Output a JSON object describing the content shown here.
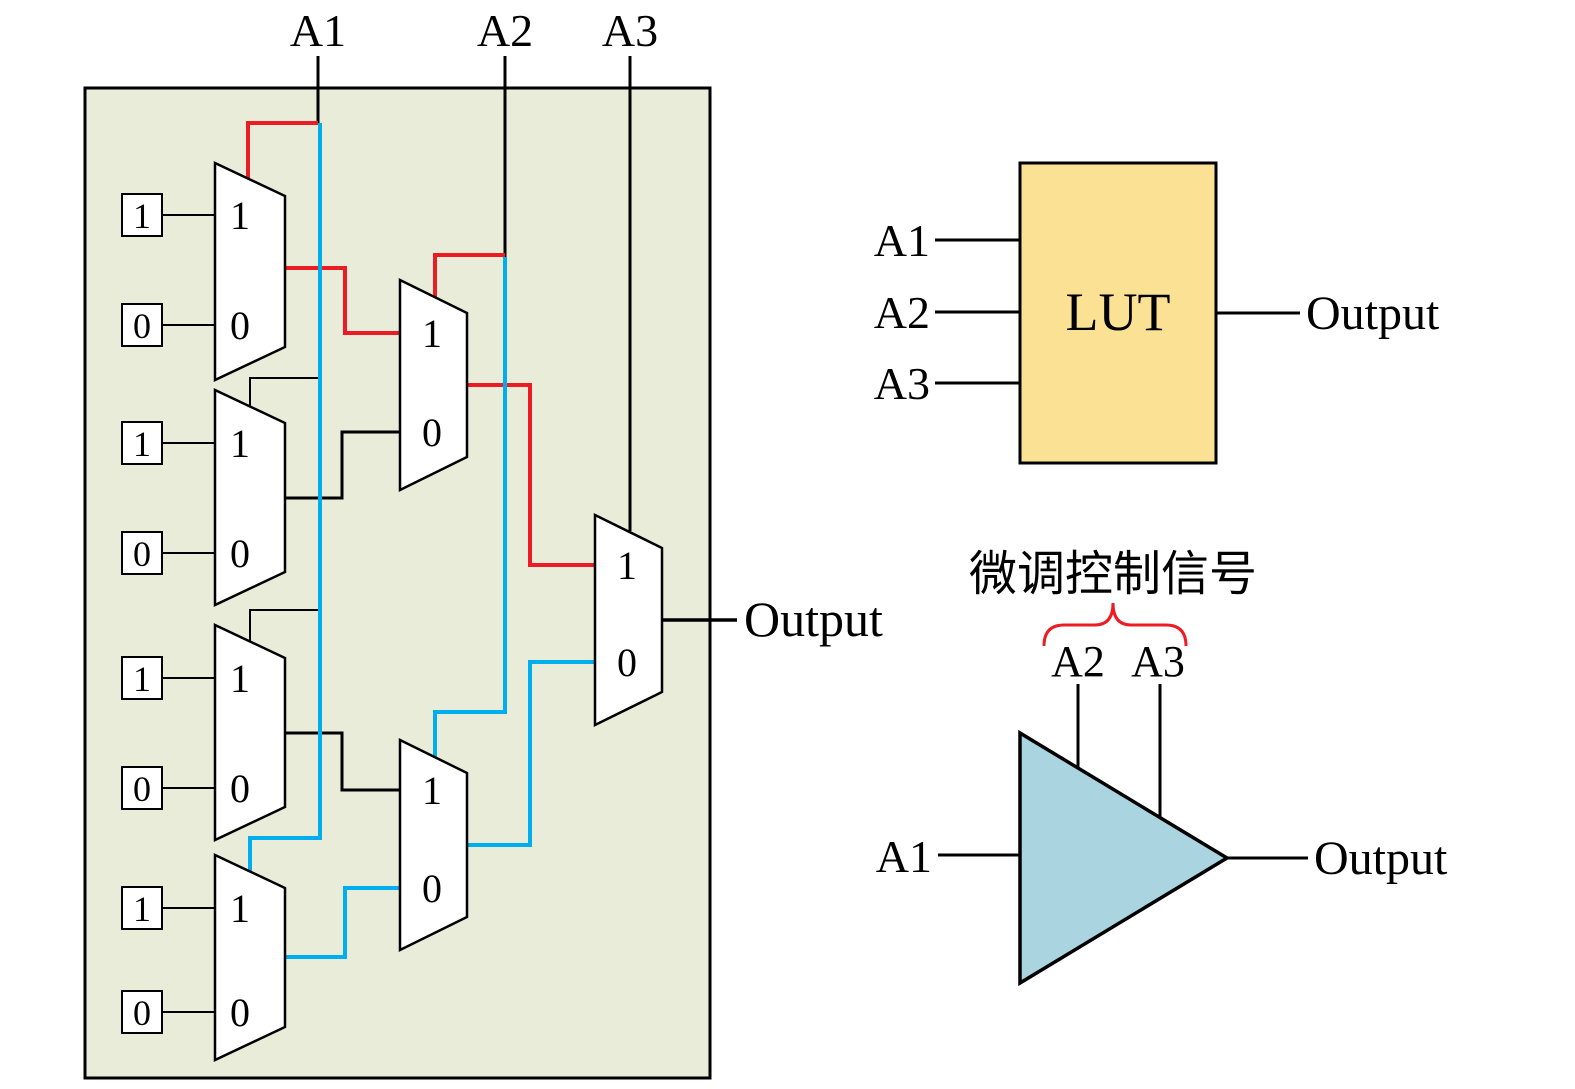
{
  "colors": {
    "panel_fill": "#e9ecd9",
    "mux_fill": "#ffffff",
    "wire_red": "#ec1c24",
    "wire_cyan": "#00aeef",
    "lut_fill": "#fbe194",
    "buffer_fill": "#a9d4e0"
  },
  "mux_tree": {
    "signals": [
      "A1",
      "A2",
      "A3"
    ],
    "input_values": [
      "1",
      "0",
      "1",
      "0",
      "1",
      "0",
      "1",
      "0"
    ],
    "mux_labels": {
      "one": "1",
      "zero": "0"
    },
    "output_label": "Output"
  },
  "lut": {
    "label": "LUT",
    "inputs": [
      "A1",
      "A2",
      "A3"
    ],
    "output_label": "Output"
  },
  "buffer": {
    "annotation": "微调控制信号",
    "controls": [
      "A2",
      "A3"
    ],
    "input_label": "A1",
    "output_label": "Output"
  }
}
